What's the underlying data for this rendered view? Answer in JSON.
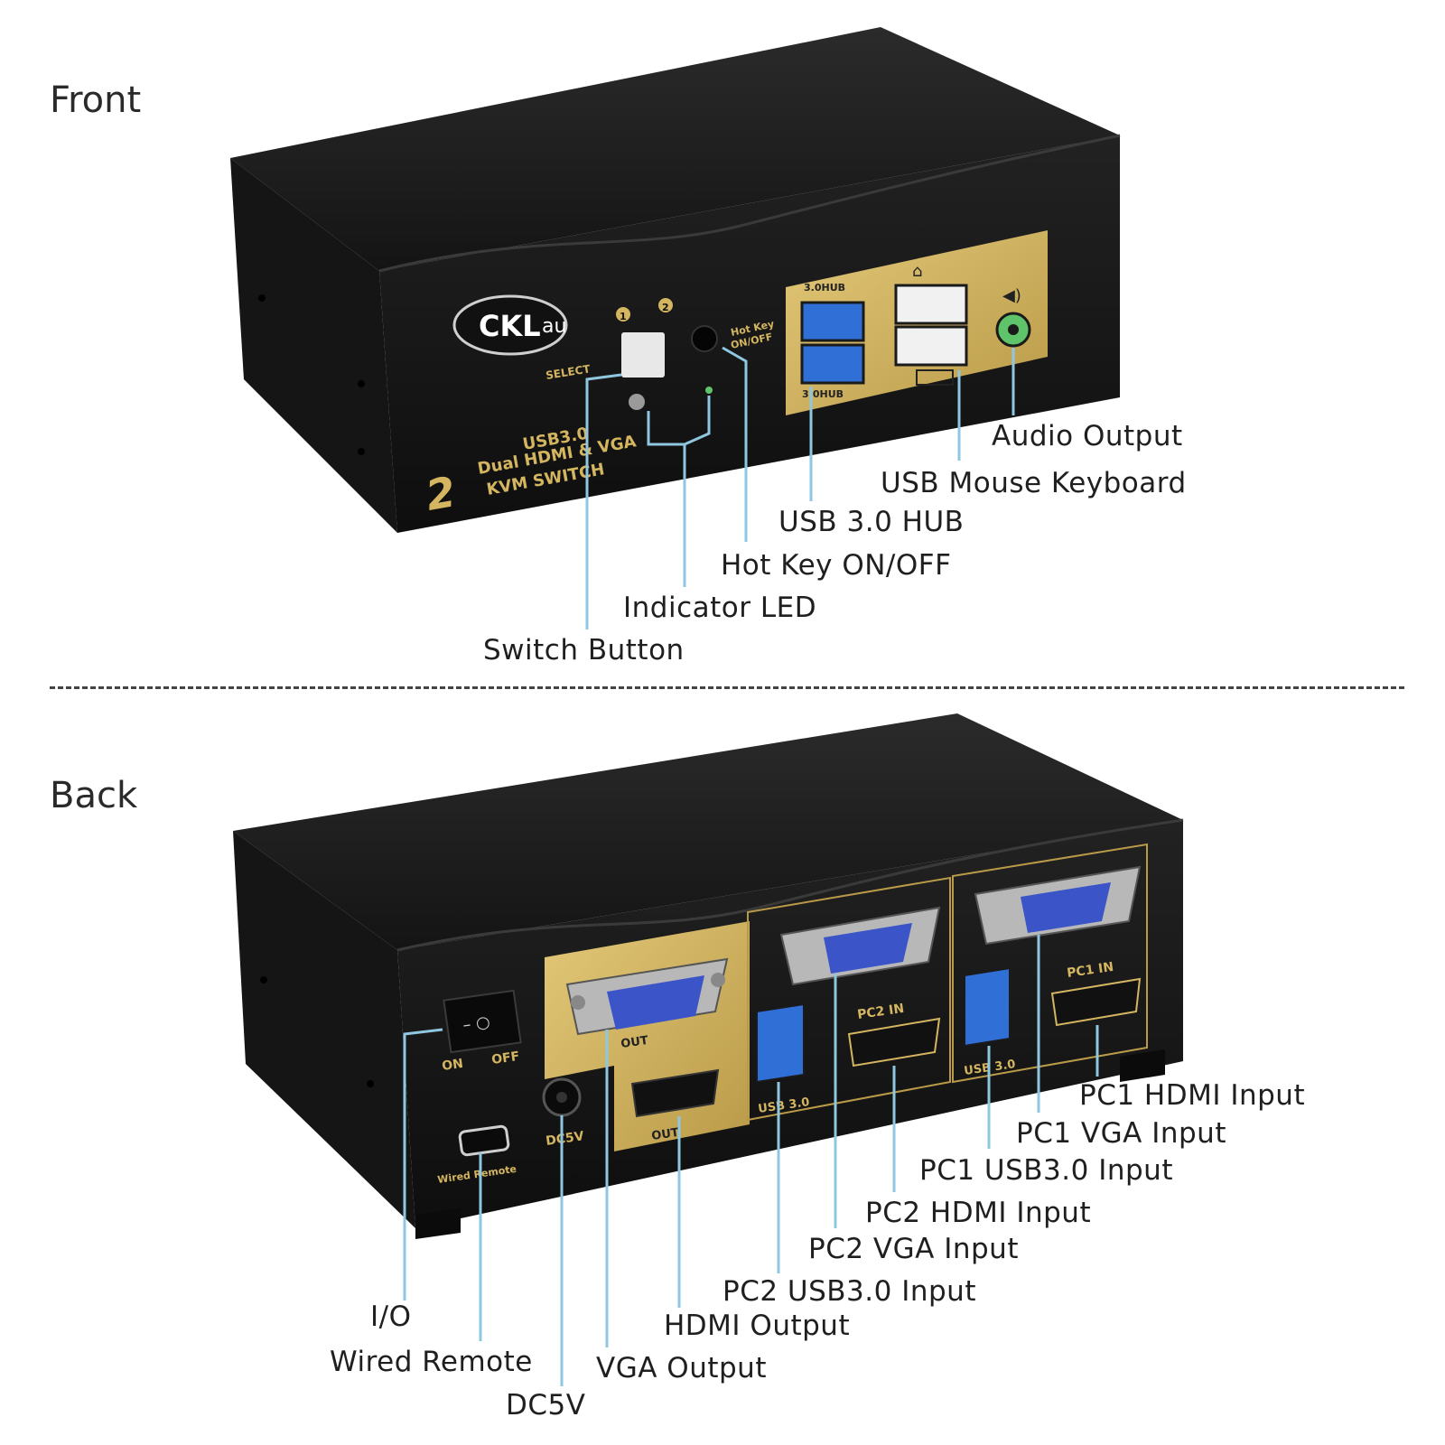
{
  "front": {
    "title": "Front",
    "brand": "CKLau",
    "panel_text": {
      "usb_hub_top": "3.0HUB",
      "usb_hub_bottom": "3.0HUB",
      "select": "SELECT",
      "port1": "1",
      "port2": "2",
      "hotkey": "Hot Key ON/OFF",
      "product_line1": "USB3.0",
      "product_line2": "Dual HDMI & VGA",
      "product_line3": "KVM SWITCH",
      "ports_count": "2"
    },
    "callouts": {
      "audio_output": "Audio Output",
      "usb_mouse_keyboard": "USB Mouse Keyboard",
      "usb_hub": "USB 3.0 HUB",
      "hot_key": "Hot Key ON/OFF",
      "indicator_led": "Indicator LED",
      "switch_button": "Switch Button"
    }
  },
  "back": {
    "title": "Back",
    "panel_text": {
      "on": "ON",
      "off": "OFF",
      "wired_remote": "Wired Remote",
      "dc5v": "DC5V",
      "out_vga": "OUT",
      "out_hdmi": "OUT",
      "pc1": "PC1",
      "pc2": "PC2",
      "in": "IN",
      "usb30_a": "USB 3.0",
      "usb30_b": "USB 3.0"
    },
    "callouts": {
      "pc1_hdmi": "PC1 HDMI Input",
      "pc1_vga": "PC1 VGA Input",
      "pc1_usb": "PC1 USB3.0 Input",
      "pc2_hdmi": "PC2 HDMI Input",
      "pc2_vga": "PC2 VGA Input",
      "pc2_usb": "PC2 USB3.0 Input",
      "hdmi_output": "HDMI Output",
      "vga_output": "VGA Output",
      "io": "I/O",
      "wired_remote": "Wired Remote",
      "dc5v": "DC5V"
    }
  },
  "colors": {
    "device_body": "#1c1c1c",
    "gold_panel": "#d4b560",
    "usb_blue": "#2f6fd6",
    "vga_blue": "#3b55c8",
    "leader_line": "#8fc6e0",
    "audio_green": "#5fc36a"
  }
}
